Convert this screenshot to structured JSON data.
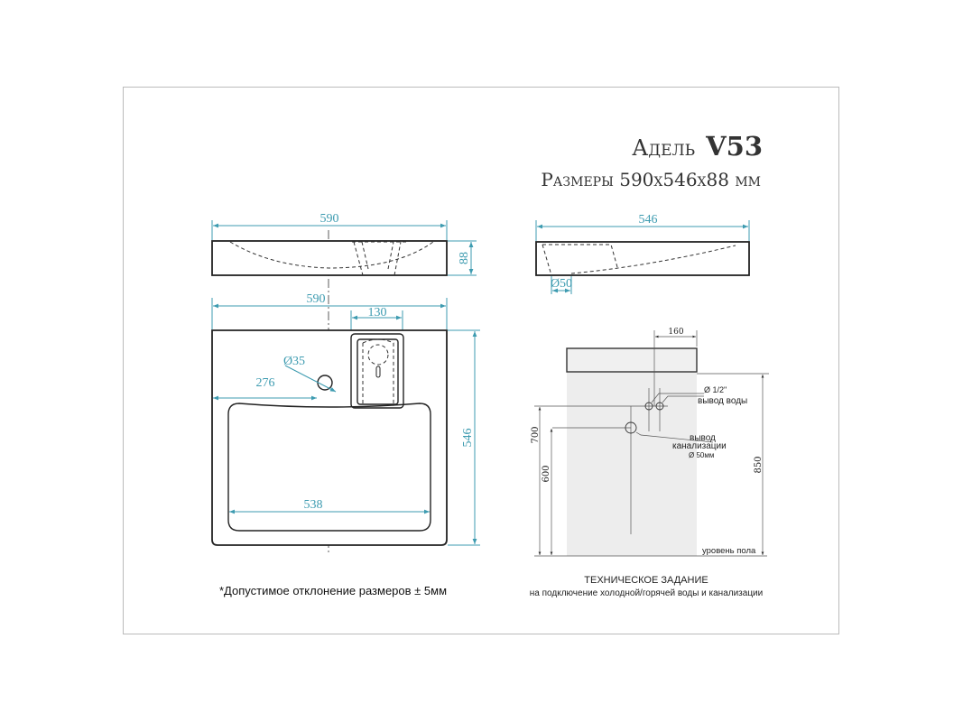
{
  "title": {
    "model": "Адель",
    "code": "V53",
    "dimensions": "Размеры 590х546х88 мм"
  },
  "front_view": {
    "width_label": "590",
    "height_label": "88"
  },
  "plan_view": {
    "width_label": "590",
    "faucet_width_label": "130",
    "hole_diameter_label": "Ø35",
    "hole_offset_label": "276",
    "bowl_width_label": "538",
    "depth_label": "546"
  },
  "side_view": {
    "depth_label": "546",
    "drain_diameter_label": "Ø50"
  },
  "tech_spec": {
    "offset_label": "160",
    "water_diameter": "Ø 1/2\"",
    "water_outlet": "вывод воды",
    "sewer_line1": "вывод",
    "sewer_line2": "канализации",
    "sewer_diameter": "Ø 50мм",
    "height_700": "700",
    "height_600": "600",
    "height_850": "850",
    "floor_level": "уровень пола",
    "title": "ТЕХНИЧЕСКОЕ ЗАДАНИЕ",
    "subtitle": "на подключение холодной/горячей воды и канализации"
  },
  "footnote": "*Допустимое отклонение размеров ± 5мм",
  "colors": {
    "dimension": "#3d9bb0",
    "outline": "#222222",
    "frame": "#bbbbbb"
  }
}
